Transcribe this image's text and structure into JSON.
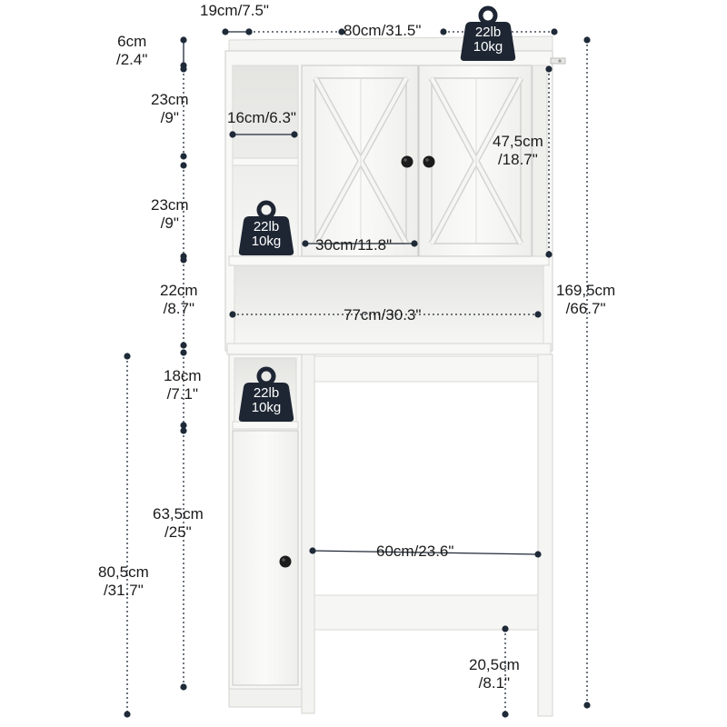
{
  "dimensions": {
    "depth": "19cm/7.5\"",
    "total_width": "80cm/31.5\"",
    "top_gap": {
      "metric": "6cm",
      "imperial": "/2.4\""
    },
    "upper_cubby_1": {
      "metric": "23cm",
      "imperial": "/9\""
    },
    "cubby_width": "16cm/6.3\"",
    "upper_cubby_2": {
      "metric": "23cm",
      "imperial": "/9\""
    },
    "cabinet_height": {
      "metric": "47,5cm",
      "imperial": "/18.7\""
    },
    "cabinet_width": "30cm/11.8\"",
    "open_shelf": {
      "metric": "22cm",
      "imperial": "/8.7\""
    },
    "inner_width": "77cm/30.3\"",
    "total_height": {
      "metric": "169,5cm",
      "imperial": "/66.7\""
    },
    "side_shelf": {
      "metric": "18cm",
      "imperial": "/7.1\""
    },
    "floor_to_shelf": {
      "metric": "80,5cm",
      "imperial": "/31.7\""
    },
    "side_cabinet": {
      "metric": "63,5cm",
      "imperial": "/25\""
    },
    "toilet_gap": "60cm/23.6\"",
    "bottom_clearance": {
      "metric": "20,5cm",
      "imperial": "/8.1\""
    }
  },
  "weight_badges": [
    {
      "lb": "22lb",
      "kg": "10kg"
    },
    {
      "lb": "22lb",
      "kg": "10kg"
    },
    {
      "lb": "22lb",
      "kg": "10kg"
    }
  ],
  "colors": {
    "cabinet": "#f7f7f5",
    "edge": "#d6d6d3",
    "ink": "#1f2a38",
    "badge": "#1e2633"
  }
}
